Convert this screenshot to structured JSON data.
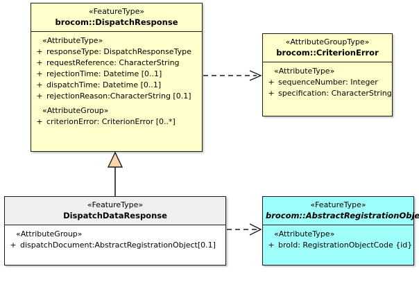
{
  "diagram": {
    "type": "uml-class-diagram",
    "background": "#ffffff",
    "colors": {
      "featuretype_fill": "#ffffcc",
      "attributegrouptype_fill": "#ffffcc",
      "abstract_fill": "#9ffffa",
      "local_class_header_fill": "#f0f0f0",
      "local_class_fill": "#ffffff",
      "border": "#1a1a1a",
      "generalization_arrow_fill": "#f6d6aa"
    }
  },
  "classes": {
    "dispatch_response": {
      "stereotype": "«FeatureType»",
      "name": "brocom::DispatchResponse",
      "abstract": false,
      "compartments": [
        {
          "group_label": "«AttributeType»",
          "attributes": [
            {
              "visibility": "+",
              "signature": "responseType: DispatchResponseType"
            },
            {
              "visibility": "+",
              "signature": "requestReference: CharacterString"
            },
            {
              "visibility": "+",
              "signature": "rejectionTime: Datetime [0..1]"
            },
            {
              "visibility": "+",
              "signature": "dispatchTime: Datetime [0..1]"
            },
            {
              "visibility": "+",
              "signature": "rejectionReason:CharacterString [0.1]"
            }
          ]
        },
        {
          "group_label": "«AttributeGroup»",
          "attributes": [
            {
              "visibility": "+",
              "signature": "criterionError: CriterionError [0..*]"
            }
          ]
        }
      ]
    },
    "criterion_error": {
      "stereotype": "«AttributeGroupType»",
      "name": "brocom::CriterionError",
      "abstract": false,
      "compartments": [
        {
          "group_label": "«AttributeType»",
          "attributes": [
            {
              "visibility": "+",
              "signature": "sequenceNumber: Integer"
            },
            {
              "visibility": "+",
              "signature": "specification: CharacterString"
            }
          ]
        }
      ]
    },
    "dispatch_data_response": {
      "stereotype": "«FeatureType»",
      "name": "DispatchDataResponse",
      "abstract": false,
      "compartments": [
        {
          "group_label": "«AttributeGroup»",
          "attributes": [
            {
              "visibility": "+",
              "signature": "dispatchDocument:AbstractRegistrationObject[0.1]"
            }
          ]
        }
      ]
    },
    "abstract_registration_object": {
      "stereotype": "«FeatureType»",
      "name": "brocom::AbstractRegistrationObject",
      "abstract": true,
      "compartments": [
        {
          "group_label": "«AttributeType»",
          "attributes": [
            {
              "visibility": "+",
              "signature": "broId: RegistrationObjectCode {id}"
            }
          ]
        }
      ]
    }
  },
  "relationships": [
    {
      "kind": "dependency",
      "style": "dashed-open-arrow",
      "from": "dispatch_response",
      "to": "criterion_error"
    },
    {
      "kind": "generalization",
      "style": "solid-hollow-triangle",
      "from": "dispatch_data_response",
      "to": "dispatch_response"
    },
    {
      "kind": "dependency",
      "style": "dashed-open-arrow",
      "from": "dispatch_data_response",
      "to": "abstract_registration_object"
    }
  ]
}
